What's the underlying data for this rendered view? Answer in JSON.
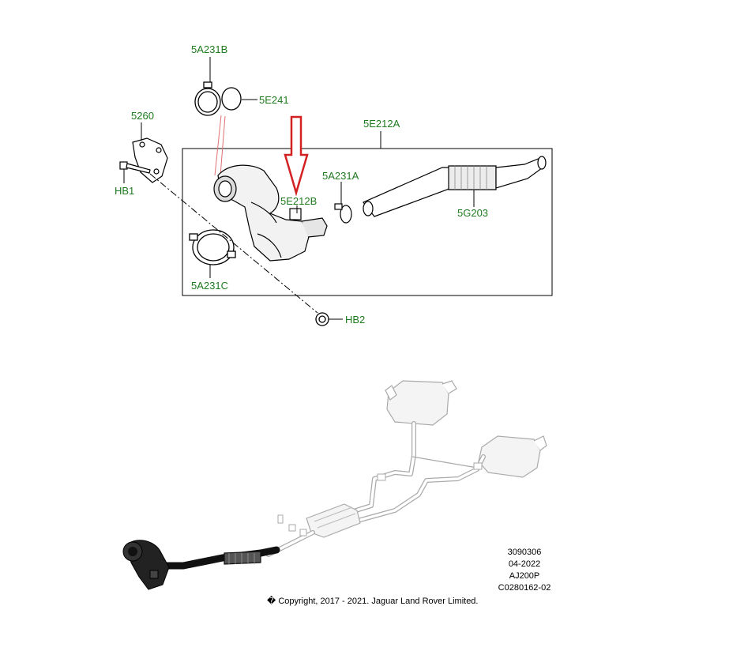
{
  "colors": {
    "callout": "#1f7a1f",
    "arrow": "#d32020",
    "line": "#000000",
    "part_fill": "#f2f2f2",
    "part_shade": "#c8c8c8"
  },
  "callouts": {
    "c5A231B": "5A231B",
    "c5E241": "5E241",
    "c5260": "5260",
    "cHB1": "HB1",
    "c5E212A": "5E212A",
    "c5E212B": "5E212B",
    "c5A231A": "5A231A",
    "c5G203": "5G203",
    "c5A231C": "5A231C",
    "cHB2": "HB2"
  },
  "reference": {
    "number": "3090306",
    "date": "04-2022",
    "engine": "AJ200P",
    "catalog": "C0280162-02"
  },
  "copyright": "� Copyright, 2017 - 2021. Jaguar Land Rover Limited."
}
